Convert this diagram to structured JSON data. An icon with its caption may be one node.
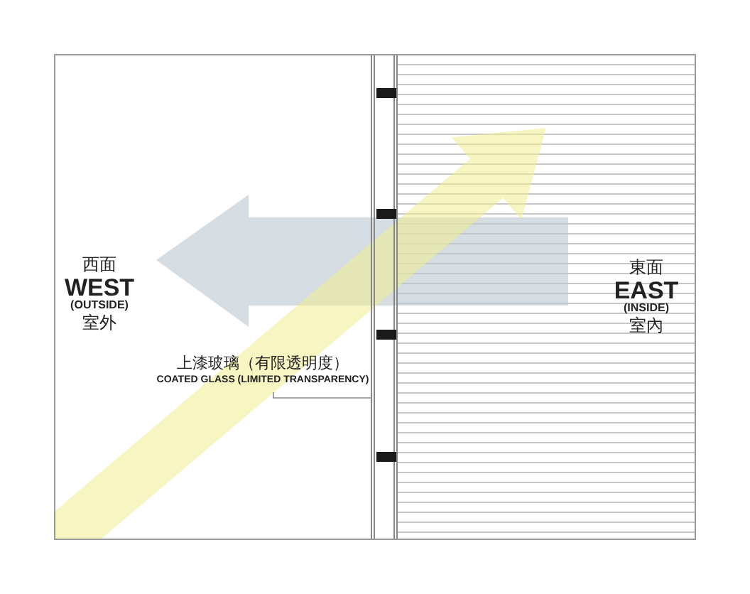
{
  "diagram": {
    "nodes": [
      {
        "text": [
          "上漆玻璃（有限透明度）",
          "COATED GLASS (LIMITED TRANSPARENCY)"
        ]
      },
      {
        "text": [],
        "shape": "bar"
      }
    ],
    "edges": [
      {
        "from": 0,
        "to": 1,
        "arrow": "none"
      }
    ],
    "labels": [
      "西面",
      "WEST",
      "(OUTSIDE)",
      "室外",
      "東面",
      "EAST",
      "(INSIDE)",
      "室內"
    ]
  }
}
